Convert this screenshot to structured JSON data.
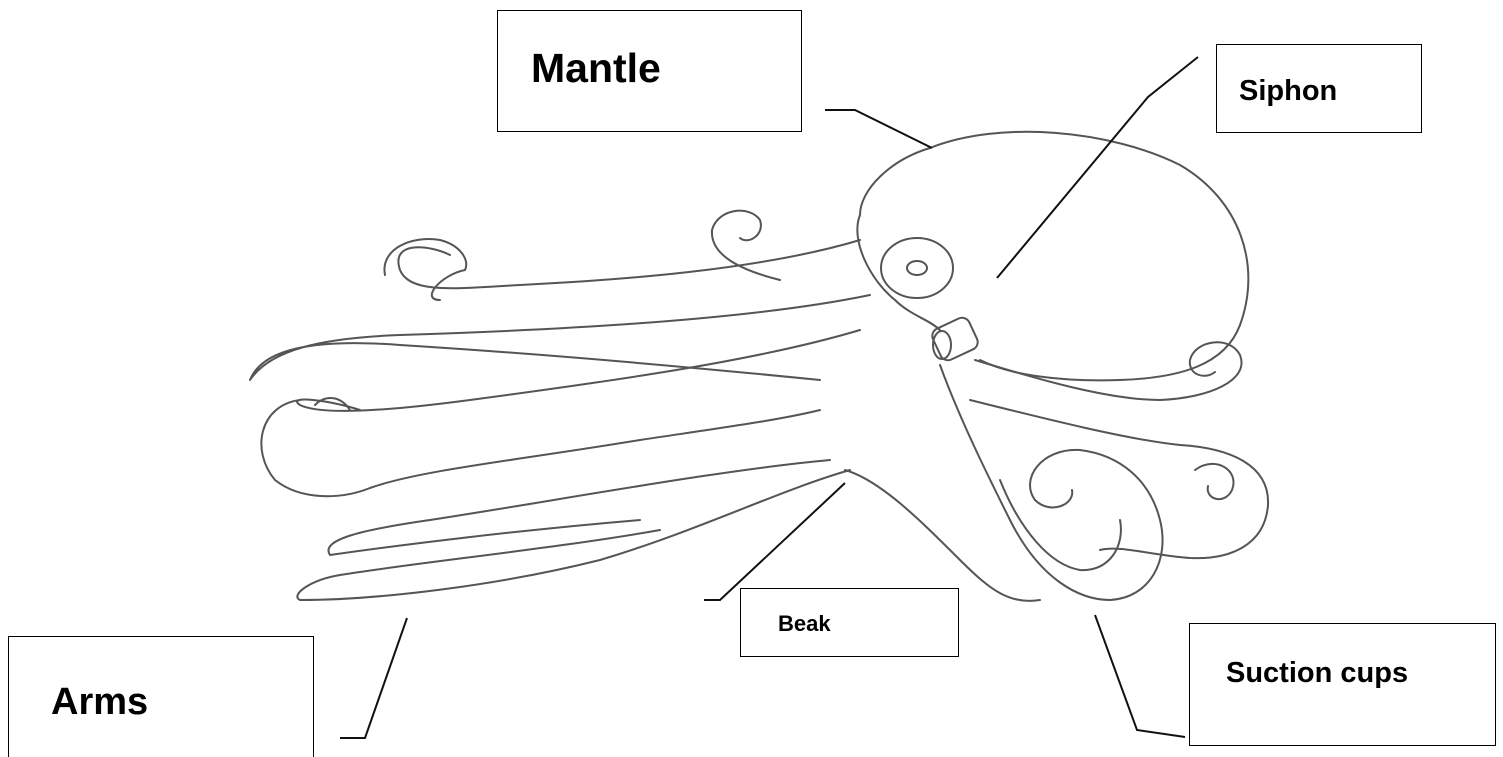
{
  "labels": {
    "mantle": "Mantle",
    "siphon": "Siphon",
    "beak": "Beak",
    "suction_cups": "Suction cups",
    "arms": "Arms"
  },
  "colors": {
    "outline": "#555555",
    "leader": "#111111",
    "box_border": "#000000"
  }
}
